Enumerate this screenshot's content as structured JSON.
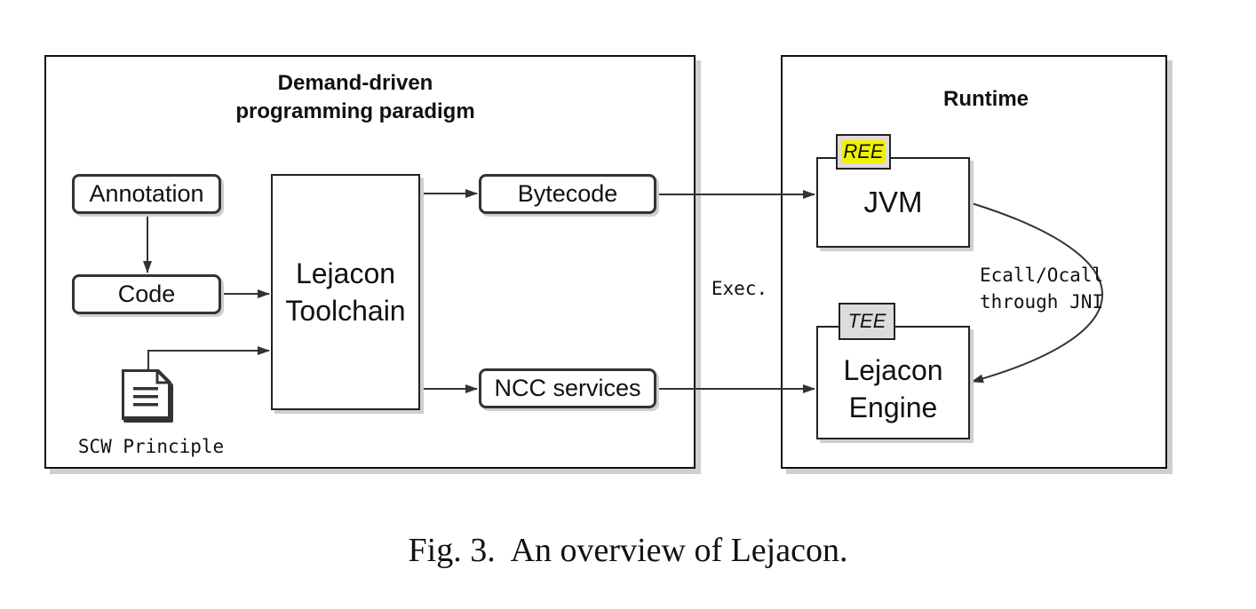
{
  "left_panel": {
    "title_line1": "Demand-driven",
    "title_line2": "programming paradigm"
  },
  "right_panel": {
    "title": "Runtime"
  },
  "nodes": {
    "annotation": "Annotation",
    "code": "Code",
    "scw_principle": "SCW Principle",
    "toolchain_line1": "Lejacon",
    "toolchain_line2": "Toolchain",
    "bytecode": "Bytecode",
    "ncc_services": "NCC services",
    "jvm": "JVM",
    "engine_line1": "Lejacon",
    "engine_line2": "Engine"
  },
  "tags": {
    "ree": "REE",
    "tee": "TEE",
    "ree_highlight_color": "#f2f200"
  },
  "edge_labels": {
    "exec": "Exec.",
    "ecall_line1": "Ecall/Ocall",
    "ecall_line2": "through JNI"
  },
  "caption": "Fig. 3.  An overview of Lejacon.",
  "icons": {
    "scw_principle": "document-icon"
  }
}
